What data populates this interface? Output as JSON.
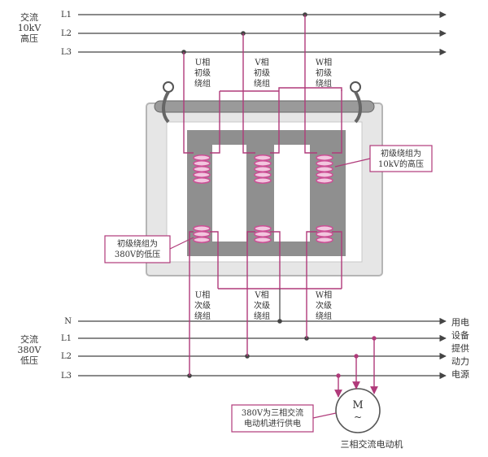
{
  "hv_supply": {
    "lines": [
      "交流",
      "10kV",
      "高压"
    ],
    "phases": [
      "L1",
      "L2",
      "L3"
    ]
  },
  "lv_supply": {
    "lines": [
      "交流",
      "380V",
      "低压"
    ],
    "phases": [
      "N",
      "L1",
      "L2",
      "L3"
    ]
  },
  "primary_labels": [
    {
      "lines": [
        "U相",
        "初级",
        "绕组"
      ]
    },
    {
      "lines": [
        "V相",
        "初级",
        "绕组"
      ]
    },
    {
      "lines": [
        "W相",
        "初级",
        "绕组"
      ]
    }
  ],
  "secondary_labels": [
    {
      "lines": [
        "U相",
        "次级",
        "绕组"
      ]
    },
    {
      "lines": [
        "V相",
        "次级",
        "绕组"
      ]
    },
    {
      "lines": [
        "W相",
        "次级",
        "绕组"
      ]
    }
  ],
  "callouts": {
    "primary": [
      "初级绕组为",
      "10kV的高压"
    ],
    "secondary": [
      "初级绕组为",
      "380V的低压"
    ],
    "motor_feed": [
      "380V为三相交流",
      "电动机进行供电"
    ]
  },
  "load_note": [
    "用电",
    "设备",
    "提供",
    "动力",
    "电源"
  ],
  "motor": {
    "symbol": "M",
    "tilde": "~",
    "caption": "三相交流电动机"
  },
  "colors": {
    "bus_line": "#444444",
    "winding_wire": "#b03a7a",
    "coil": "#cc4f95",
    "core": "#8f8f8f",
    "tank": "#d9d9d9",
    "callout_box": "#b03a7a"
  }
}
